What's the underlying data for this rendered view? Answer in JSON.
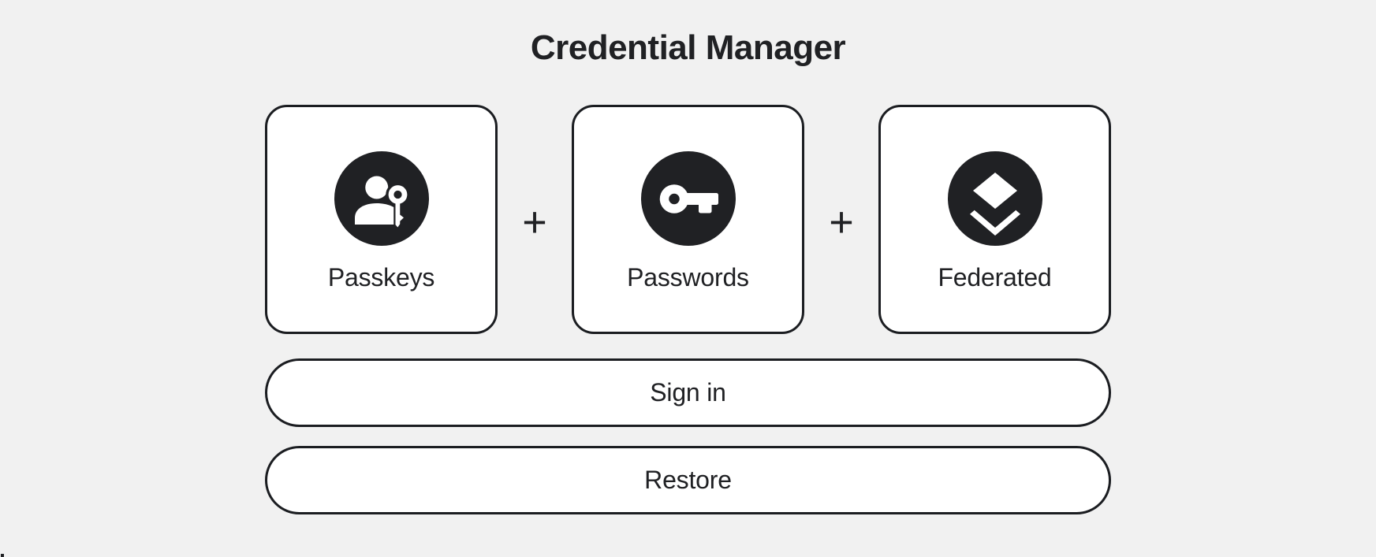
{
  "page": {
    "title": "Credential Manager"
  },
  "colors": {
    "background": "#f1f1f1",
    "dark": "#202124",
    "card_background": "#ffffff",
    "border": "#1b1d21"
  },
  "credential_cards": [
    {
      "label": "Passkeys",
      "icon": "passkey-icon"
    },
    {
      "label": "Passwords",
      "icon": "password-key-icon"
    },
    {
      "label": "Federated",
      "icon": "federated-layers-icon"
    }
  ],
  "plus_separator": "+",
  "buttons": [
    {
      "label": "Sign in"
    },
    {
      "label": "Restore"
    }
  ]
}
